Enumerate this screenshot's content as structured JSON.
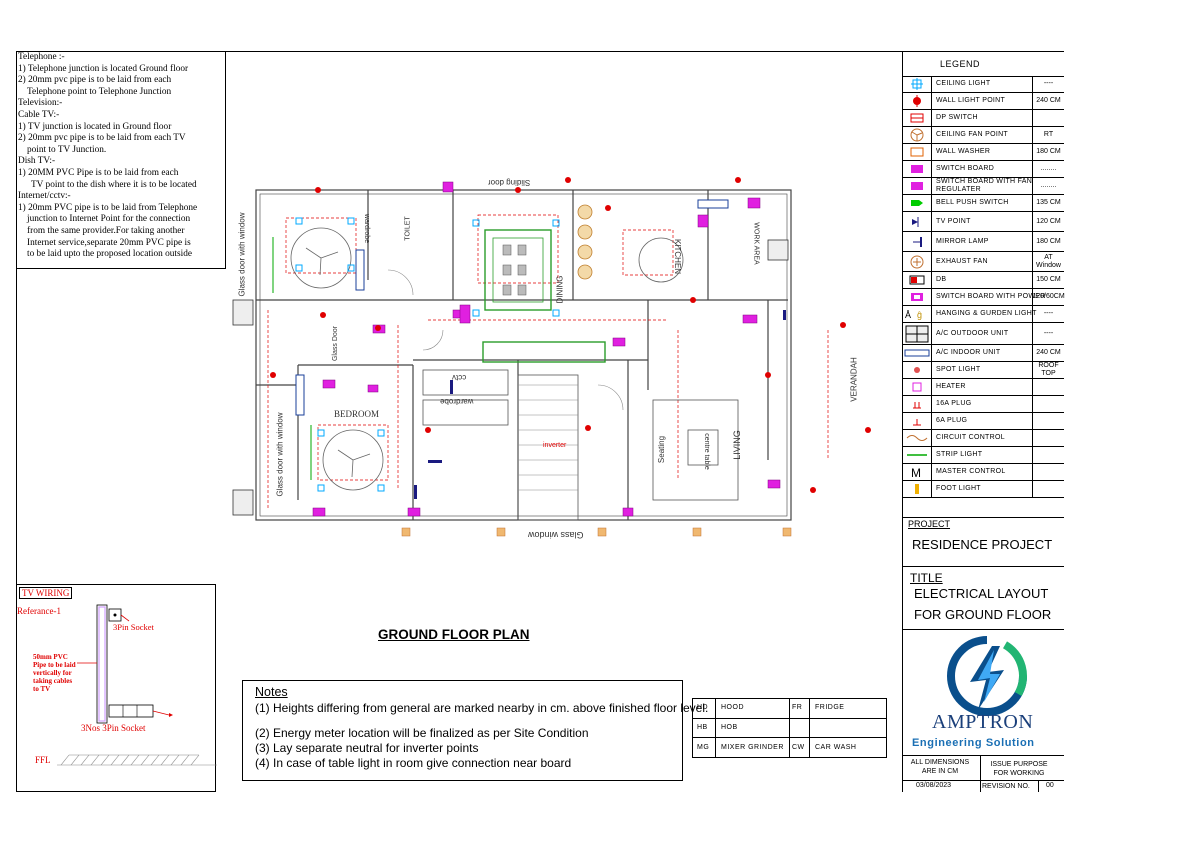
{
  "notes_panel": {
    "lines": [
      "Telephone :-",
      "1) Telephone junction is located Ground floor",
      "2) 20mm pvc pipe is to be laid from each",
      "   Telephone point to Telephone Junction",
      "Television:-",
      "Cable TV:-",
      "1) TV junction is located in Ground floor",
      "2) 20mm pvc pipe is to be laid from each TV",
      "   point to TV Junction.",
      "Dish TV:-",
      "1) 20MM PVC Pipe is to be laid from each",
      "   TV point to the dish where it is to be located",
      "Internet/cctv:-",
      "1) 20mm PVC pipe is to be laid from Telephone",
      "   junction to Internet Point for the connection",
      "   from the same provider.For taking another",
      "   Internet service,separate 20mm PVC pipe is",
      "   to be laid upto the proposed location outside"
    ]
  },
  "tv_wiring": {
    "title": "TV WIRING",
    "reference": "Referance-1",
    "socket_top": "3Pin Socket",
    "pipe_note": [
      "50mm PVC",
      "Pipe to be laid",
      "vertically for",
      "taking cables",
      "to TV"
    ],
    "socket_bottom": "3Nos 3Pin Socket",
    "ffl": "FFL"
  },
  "plan_title": "GROUND FLOOR PLAN",
  "plan_labels": {
    "sliding_door": "Sliding door",
    "glass_window_bottom": "Glass window",
    "bedroom": "BEDROOM",
    "wardrobe_1": "wardrobe",
    "wardrobe_2": "wardrobe",
    "toilet": "TOILET",
    "dining": "DINING",
    "kitchen": "KITCHEN",
    "work_area": "WORK AREA",
    "living": "LIVING",
    "verandah": "VERANDAH",
    "seating": "Seating",
    "centre_table": "centre table",
    "cctv": "cctv",
    "inverter": "inverter",
    "glass_door": "Glass Door",
    "glass_door_window": "Glass door with window",
    "glass_door_window_2": "Glass door with window"
  },
  "legend": {
    "title": "LEGEND",
    "items": [
      {
        "name": "CEILING LIGHT",
        "height": "----"
      },
      {
        "name": "WALL LIGHT POINT",
        "height": "240 CM"
      },
      {
        "name": "DP SWITCH",
        "height": ""
      },
      {
        "name": "CEILING FAN POINT",
        "height": "RT"
      },
      {
        "name": "WALL WASHER",
        "height": "180 CM"
      },
      {
        "name": "SWITCH BOARD",
        "height": "........"
      },
      {
        "name": "SWITCH BOARD WITH FAN REGULATER",
        "height": "........"
      },
      {
        "name": "BELL PUSH SWITCH",
        "height": "135 CM"
      },
      {
        "name": "TV POINT",
        "height": "120 CM"
      },
      {
        "name": "MIRROR LAMP",
        "height": "180 CM"
      },
      {
        "name": "EXHAUST FAN",
        "height": "AT Window"
      },
      {
        "name": "DB",
        "height": "150 CM"
      },
      {
        "name": "SWITCH BOARD WITH POWER",
        "height": "120/60CM"
      },
      {
        "name": "HANGING & GURDEN LIGHT",
        "height": "----"
      },
      {
        "name": "A/C OUTDOOR UNIT",
        "height": "----"
      },
      {
        "name": "A/C INDOOR UNIT",
        "height": "240 CM"
      },
      {
        "name": "SPOT LIGHT",
        "height": "ROOF TOP"
      },
      {
        "name": "HEATER",
        "height": ""
      },
      {
        "name": "16A PLUG",
        "height": ""
      },
      {
        "name": "6A PLUG",
        "height": ""
      },
      {
        "name": "CIRCUIT CONTROL",
        "height": ""
      },
      {
        "name": "STRIP LIGHT",
        "height": ""
      },
      {
        "name": "MASTER CONTROL",
        "height": ""
      },
      {
        "name": "FOOT LIGHT",
        "height": ""
      }
    ]
  },
  "title_block": {
    "project_label": "PROJECT",
    "project_name": "RESIDENCE PROJECT",
    "title_label": "TITLE",
    "title_line1": "ELECTRICAL LAYOUT",
    "title_line2": "FOR GROUND FLOOR",
    "company": "AMPTRON",
    "company_sub": "Engineering Solution",
    "dimensions": "ALL DIMENSIONS ARE IN CM",
    "issue_purpose": "ISSUE PURPOSE FOR WORKING",
    "date": "03/08/2023",
    "revision_label": "REVISION NO.",
    "revision_no": "00",
    "colors": {
      "logo_blue": "#0a4f8c",
      "logo_green": "#22b573",
      "company_text": "#1a3f7a",
      "sub_text": "#1a6fb4"
    }
  },
  "notes": {
    "heading": "Notes",
    "items": [
      "(1) Heights differing from general are marked nearby in cm. above finished floor level.",
      "(2) Energy meter location will be finalized as per Site Condition",
      "(3) Lay separate neutral for inverter points",
      "(4) In case of table light in room give connection near board"
    ]
  },
  "abbreviations": [
    {
      "code": "HD",
      "name": "HOOD"
    },
    {
      "code": "FR",
      "name": "FRIDGE"
    },
    {
      "code": "HB",
      "name": "HOB"
    },
    {
      "code": "MG",
      "name": "MIXER GRINDER"
    },
    {
      "code": "CW",
      "name": "CAR WASH"
    }
  ]
}
